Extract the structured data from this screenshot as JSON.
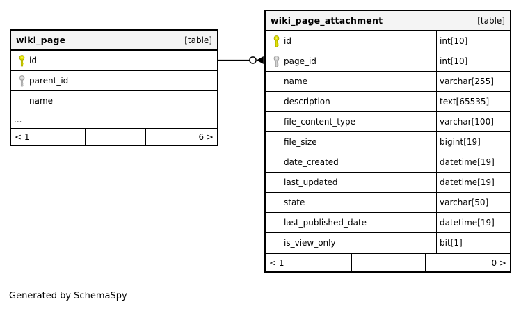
{
  "diagram": {
    "credit": "Generated by SchemaSpy"
  },
  "colors": {
    "primary_key_fill": "#e4e400",
    "primary_key_outline": "#a8a800",
    "foreign_key_fill": "#d4d4d4",
    "foreign_key_outline": "#989898",
    "header_bg": "#f4f4f4",
    "border": "#000000"
  },
  "relationship": {
    "from_table": "wiki_page",
    "from_column": "id",
    "to_table": "wiki_page_attachment",
    "to_column": "page_id",
    "end_style": "open-circle-inverted-arrow"
  },
  "tables": [
    {
      "name": "wiki_page",
      "badge": "[table]",
      "columns": [
        {
          "name": "id",
          "key": "primary"
        },
        {
          "name": "parent_id",
          "key": "foreign"
        },
        {
          "name": "name",
          "key": ""
        },
        {
          "name": "...",
          "key": "",
          "ellipsis": true
        }
      ],
      "footer": {
        "left": "< 1",
        "middle": "",
        "right": "6 >"
      }
    },
    {
      "name": "wiki_page_attachment",
      "badge": "[table]",
      "columns": [
        {
          "name": "id",
          "type": "int[10]",
          "key": "primary"
        },
        {
          "name": "page_id",
          "type": "int[10]",
          "key": "foreign"
        },
        {
          "name": "name",
          "type": "varchar[255]",
          "key": ""
        },
        {
          "name": "description",
          "type": "text[65535]",
          "key": ""
        },
        {
          "name": "file_content_type",
          "type": "varchar[100]",
          "key": ""
        },
        {
          "name": "file_size",
          "type": "bigint[19]",
          "key": ""
        },
        {
          "name": "date_created",
          "type": "datetime[19]",
          "key": ""
        },
        {
          "name": "last_updated",
          "type": "datetime[19]",
          "key": ""
        },
        {
          "name": "state",
          "type": "varchar[50]",
          "key": ""
        },
        {
          "name": "last_published_date",
          "type": "datetime[19]",
          "key": ""
        },
        {
          "name": "is_view_only",
          "type": "bit[1]",
          "key": ""
        }
      ],
      "footer": {
        "left": "< 1",
        "middle": "",
        "right": "0 >"
      }
    }
  ]
}
